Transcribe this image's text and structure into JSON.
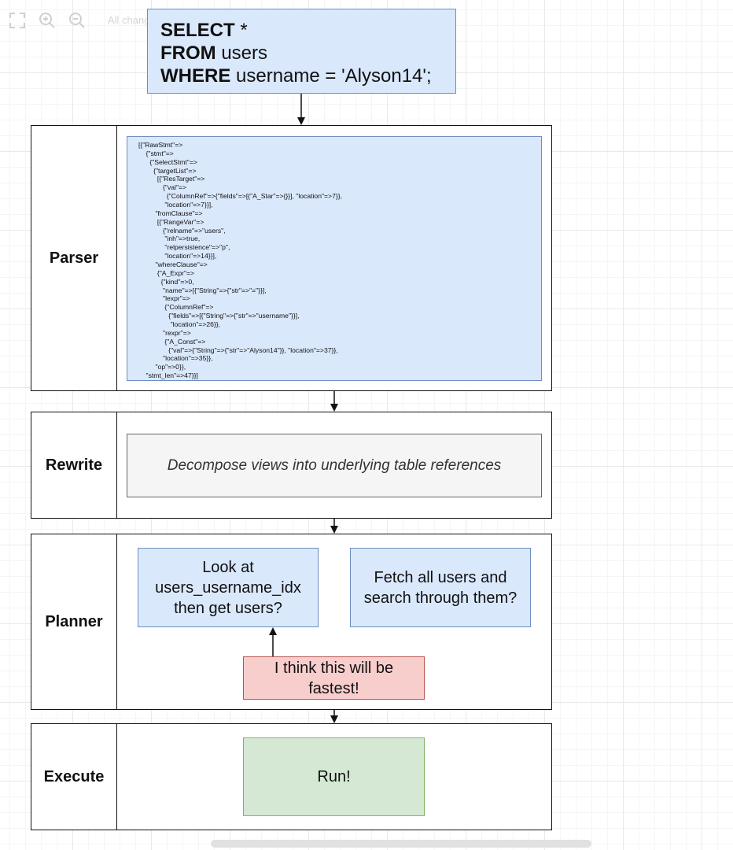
{
  "toolbar": {
    "icons": [
      "fullscreen-icon",
      "zoom-in-icon",
      "zoom-out-icon"
    ],
    "status": "All changes saved"
  },
  "sql": {
    "line1_kw": "SELECT",
    "line1_rest": " *",
    "line2_kw": "FROM",
    "line2_rest": " users",
    "line3_kw": "WHERE",
    "line3_rest": " username = 'Alyson14';"
  },
  "lanes": {
    "parser": "Parser",
    "rewrite": "Rewrite",
    "planner": "Planner",
    "execute": "Execute"
  },
  "parser_tree": [
    "[{\"RawStmt\"=>",
    "    {\"stmt\"=>",
    "      {\"SelectStmt\"=>",
    "        {\"targetList\"=>",
    "          [{\"ResTarget\"=>",
    "             {\"val\"=>",
    "               {\"ColumnRef\"=>{\"fields\"=>[{\"A_Star\"=>{}}], \"location\"=>7}},",
    "              \"location\"=>7}}],",
    "         \"fromClause\"=>",
    "          [{\"RangeVar\"=>",
    "             {\"relname\"=>\"users\",",
    "              \"inh\"=>true,",
    "              \"relpersistence\"=>\"p\",",
    "              \"location\"=>14}}],",
    "         \"whereClause\"=>",
    "          {\"A_Expr\"=>",
    "            {\"kind\"=>0,",
    "             \"name\"=>[{\"String\"=>{\"str\"=>\"=\"}}],",
    "             \"lexpr\"=>",
    "              {\"ColumnRef\"=>",
    "                {\"fields\"=>[{\"String\"=>{\"str\"=>\"username\"}}],",
    "                 \"location\"=>26}},",
    "             \"rexpr\"=>",
    "              {\"A_Const\"=>",
    "                {\"val\"=>{\"String\"=>{\"str\"=>\"Alyson14\"}}, \"location\"=>37}},",
    "             \"location\"=>35}},",
    "         \"op\"=>0}},",
    "    \"stmt_len\"=>47}}]"
  ],
  "rewrite_text": "Decompose views into underlying table references",
  "planner": {
    "option_a": [
      "Look at",
      "users_username_idx",
      "then get users?"
    ],
    "option_b": [
      "Fetch all users and",
      "search through them?"
    ],
    "note": [
      "I think this will be",
      "fastest!"
    ]
  },
  "execute_text": "Run!"
}
